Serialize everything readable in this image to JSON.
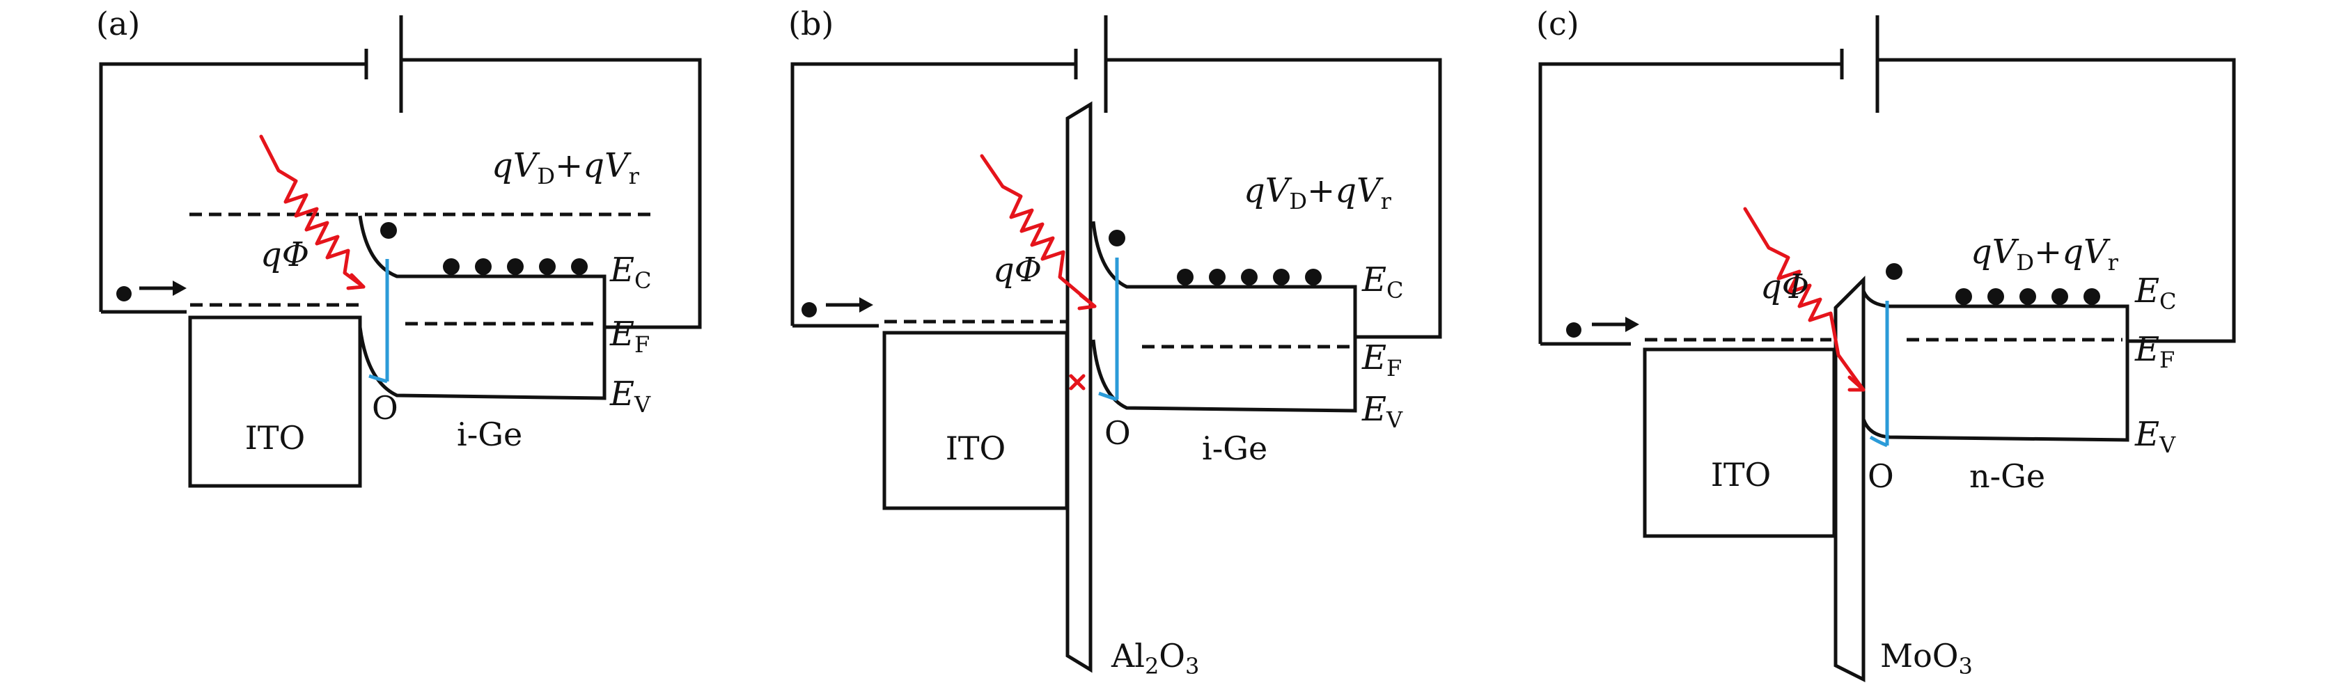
{
  "colors": {
    "line": "#111111",
    "photon": "#e5141b",
    "transition": "#2b9bd8",
    "background": "#ffffff"
  },
  "panels": [
    {
      "tag": "(a)",
      "electrode": "ITO",
      "semiconductor": "i-Ge",
      "barrier_symbol": "qΦ",
      "voltage": {
        "a": "qV",
        "a_sub": "D",
        "op": "+qV",
        "b_sub": "r"
      },
      "conduction": {
        "sym": "E",
        "sub": "C"
      },
      "fermi": {
        "sym": "E",
        "sub": "F"
      },
      "valence": {
        "sym": "E",
        "sub": "V"
      },
      "hole": "O",
      "interlayer": null
    },
    {
      "tag": "(b)",
      "electrode": "ITO",
      "semiconductor": "i-Ge",
      "barrier_symbol": "qΦ",
      "voltage": {
        "a": "qV",
        "a_sub": "D",
        "op": "+qV",
        "b_sub": "r"
      },
      "conduction": {
        "sym": "E",
        "sub": "C"
      },
      "fermi": {
        "sym": "E",
        "sub": "F"
      },
      "valence": {
        "sym": "E",
        "sub": "V"
      },
      "hole": "O",
      "interlayer": {
        "a": "Al",
        "a_sub": "2",
        "b": "O",
        "b_sub": "3"
      }
    },
    {
      "tag": "(c)",
      "electrode": "ITO",
      "semiconductor": "n-Ge",
      "barrier_symbol": "qΦ",
      "voltage": {
        "a": "qV",
        "a_sub": "D",
        "op": "+qV",
        "b_sub": "r"
      },
      "conduction": {
        "sym": "E",
        "sub": "C"
      },
      "fermi": {
        "sym": "E",
        "sub": "F"
      },
      "valence": {
        "sym": "E",
        "sub": "V"
      },
      "hole": "O",
      "interlayer": {
        "a": "MoO",
        "a_sub": "3",
        "b": "",
        "b_sub": ""
      }
    }
  ]
}
